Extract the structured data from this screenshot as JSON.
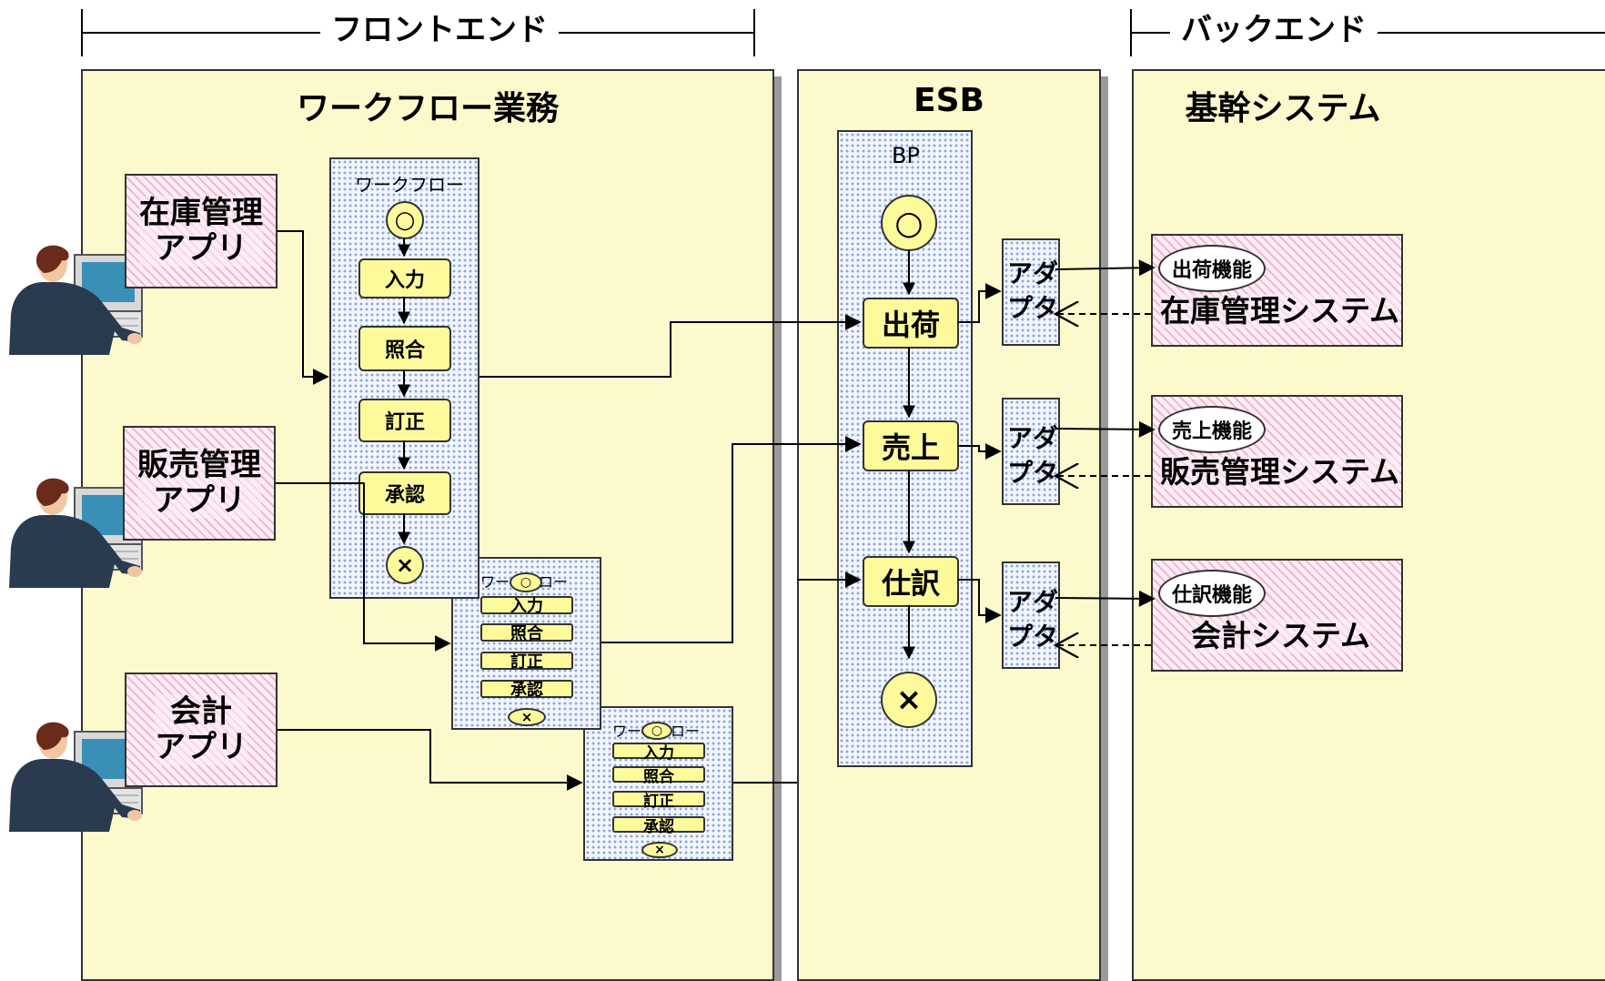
{
  "headers": {
    "frontend": "フロントエンド",
    "backend": "バックエンド"
  },
  "sections": {
    "workflow_business": "ワークフロー業務",
    "esb": "ESB",
    "core_system": "基幹システム"
  },
  "apps": [
    {
      "line1": "在庫管理",
      "line2": "アプリ"
    },
    {
      "line1": "販売管理",
      "line2": "アプリ"
    },
    {
      "line1": "会計",
      "line2": "アプリ"
    }
  ],
  "workflow": {
    "title": "ワークフロー",
    "start_symbol": "○",
    "end_symbol": "×",
    "steps": [
      "入力",
      "照合",
      "訂正",
      "承認"
    ],
    "titles_stacked": [
      "ワークフロー",
      "ワークフロー"
    ]
  },
  "bp": {
    "title": "BP",
    "start_symbol": "○",
    "end_symbol": "×",
    "steps": [
      "出荷",
      "売上",
      "仕訳"
    ]
  },
  "adapters": [
    {
      "line1": "アダ",
      "line2": "プタ"
    },
    {
      "line1": "アダ",
      "line2": "プタ"
    },
    {
      "line1": "アダ",
      "line2": "プタ"
    }
  ],
  "systems": [
    {
      "function": "出荷機能",
      "name": "在庫管理システム"
    },
    {
      "function": "売上機能",
      "name": "販売管理システム"
    },
    {
      "function": "仕訳機能",
      "name": "会計システム"
    }
  ],
  "colors": {
    "section_bg": "#fcfacd",
    "step_fill": "#fdfa9c",
    "dotted_fill": "#f3f6fd",
    "pink_fill": "#fdeef5"
  }
}
